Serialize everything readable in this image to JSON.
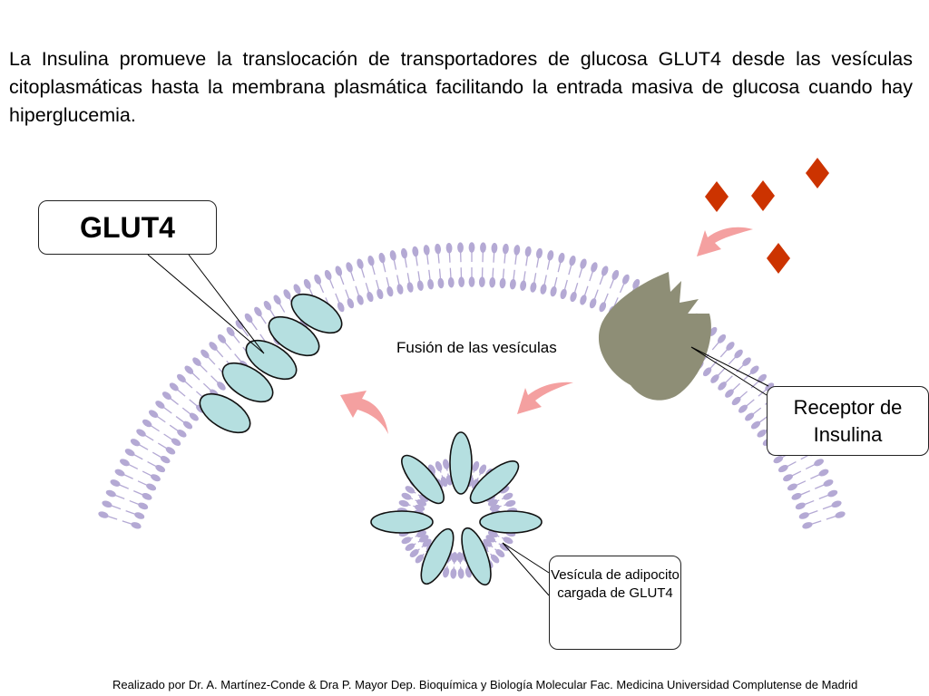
{
  "intro_text": "La Insulina promueve la translocación de transportadores de glucosa GLUT4 desde las vesículas citoplasmáticas hasta la membrana plasmática facilitando la entrada masiva de glucosa cuando hay hiperglucemia.",
  "labels": {
    "glut4": "GLUT4",
    "receptor": "Receptor de Insulina",
    "vesicle": "Vesícula de adipocito cargada de GLUT4",
    "fusion": "Fusión de las vesículas"
  },
  "credit": "Realizado por Dr. A. Martínez-Conde & Dra P. Mayor Dep. Bioquímica y Biología Molecular Fac. Medicina Universidad Complutense de Madrid",
  "colors": {
    "lipid": "#b4a9d4",
    "glut4_fill": "#b5dfe0",
    "receptor": "#8e8e76",
    "glucose": "#cc3300",
    "arrow": "#f4a0a0"
  }
}
